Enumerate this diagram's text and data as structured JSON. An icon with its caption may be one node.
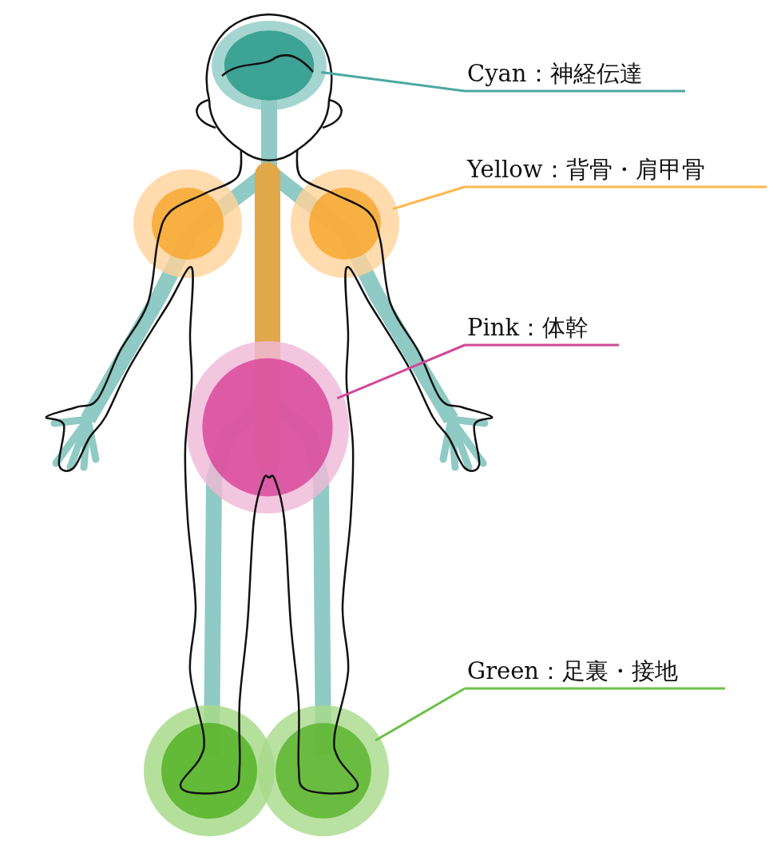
{
  "diagram": {
    "nodes": [
      {
        "text": [
          "Cyan：神経伝達"
        ]
      },
      {
        "text": [],
        "shape": "circle"
      },
      {
        "text": [
          "Yellow：背骨・肩甲骨"
        ]
      },
      {
        "text": [],
        "shape": "circle"
      },
      {
        "text": [
          "Pink：体幹"
        ]
      },
      {
        "text": [],
        "shape": "circle"
      },
      {
        "text": [
          "Green：足裏・接地"
        ]
      },
      {
        "text": [],
        "shape": "circle"
      }
    ],
    "edges": [
      {
        "from": 0,
        "to": 1,
        "arrow": "none",
        "color": "#4aa8a0"
      },
      {
        "from": 2,
        "to": 3,
        "arrow": "none",
        "color": "#ffb84d"
      },
      {
        "from": 4,
        "to": 5,
        "arrow": "none",
        "color": "#d04898"
      },
      {
        "from": 6,
        "to": 7,
        "arrow": "none",
        "color": "#6cc04a"
      }
    ]
  }
}
